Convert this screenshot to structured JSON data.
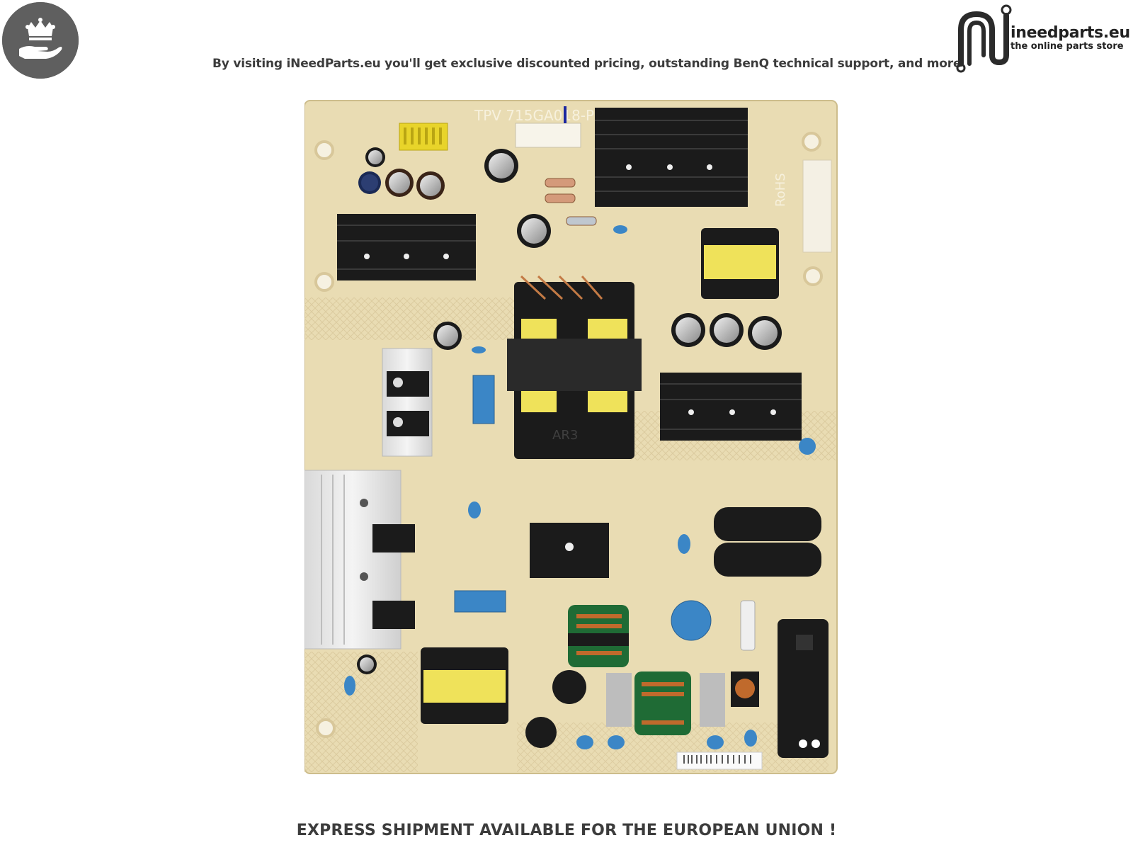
{
  "header": {
    "tagline": "By visiting iNeedParts.eu you'll get exclusive discounted pricing, outstanding BenQ technical support, and more",
    "logo": {
      "name": "ineedparts.eu",
      "tagline": "the online parts store",
      "icon": "ineedparts-logo-icon"
    },
    "badge_icon": "crown-hand-icon"
  },
  "product": {
    "board_silkscreen": "TPV 715GA018-P01",
    "rohs_mark": "RoHS",
    "transformer_label": "AR3",
    "image_icon": "power-supply-board-photo"
  },
  "footer": {
    "notice": "EXPRESS SHIPMENT AVAILABLE FOR THE EUROPEAN UNION !"
  },
  "colors": {
    "pcb": "#e9dcb3",
    "heatsink": "#1b1b1b",
    "text_dark": "#3c3c3c",
    "badge": "#5f5f5f",
    "capacitor_blue": "#3b86c6"
  }
}
